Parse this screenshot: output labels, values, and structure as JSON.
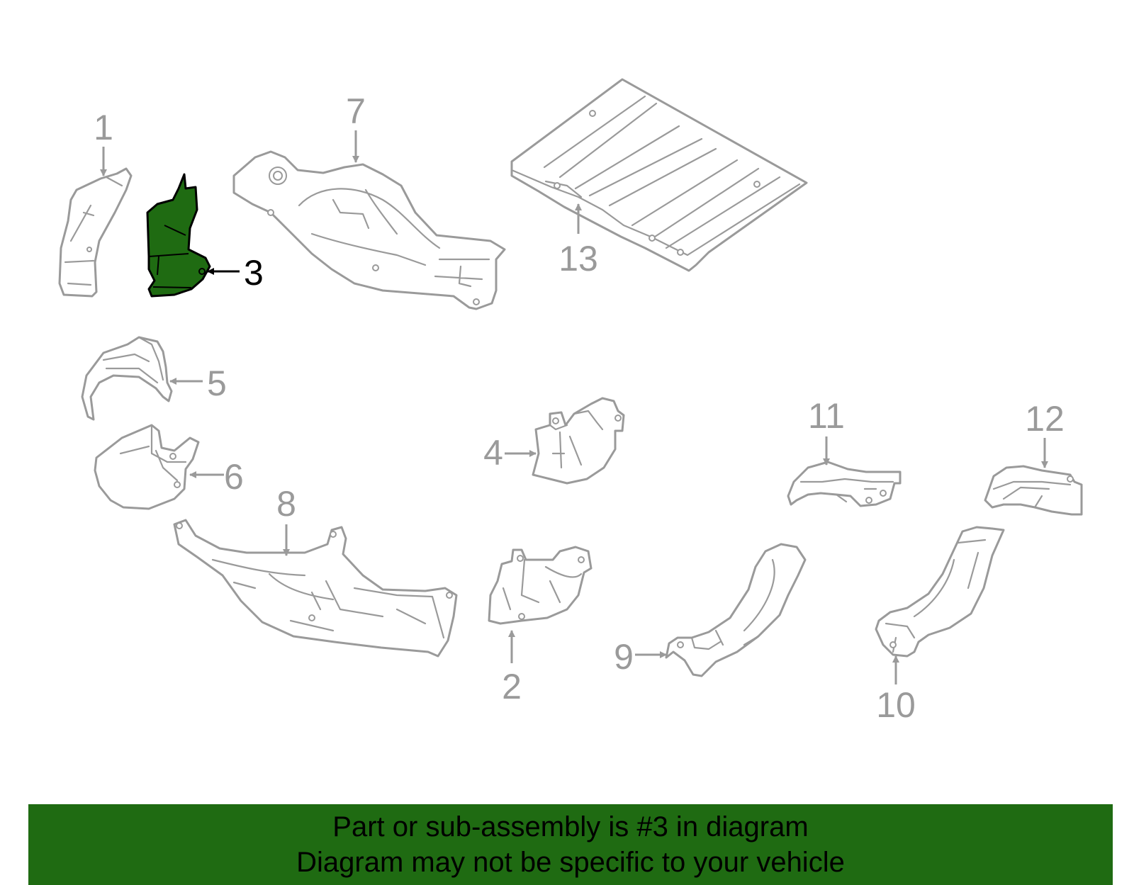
{
  "callouts": {
    "c1": "1",
    "c2": "2",
    "c3": "3",
    "c4": "4",
    "c5": "5",
    "c6": "6",
    "c7": "7",
    "c8": "8",
    "c9": "9",
    "c10": "10",
    "c11": "11",
    "c12": "12",
    "c13": "13"
  },
  "highlighted_part": "3",
  "colors": {
    "highlight": "#1f6b12",
    "line_art": "#9a9a9a",
    "banner": "#1f6b12"
  },
  "banner": {
    "line1": "Part or sub-assembly is #3 in diagram",
    "line2": "Diagram may not be specific to your vehicle"
  }
}
